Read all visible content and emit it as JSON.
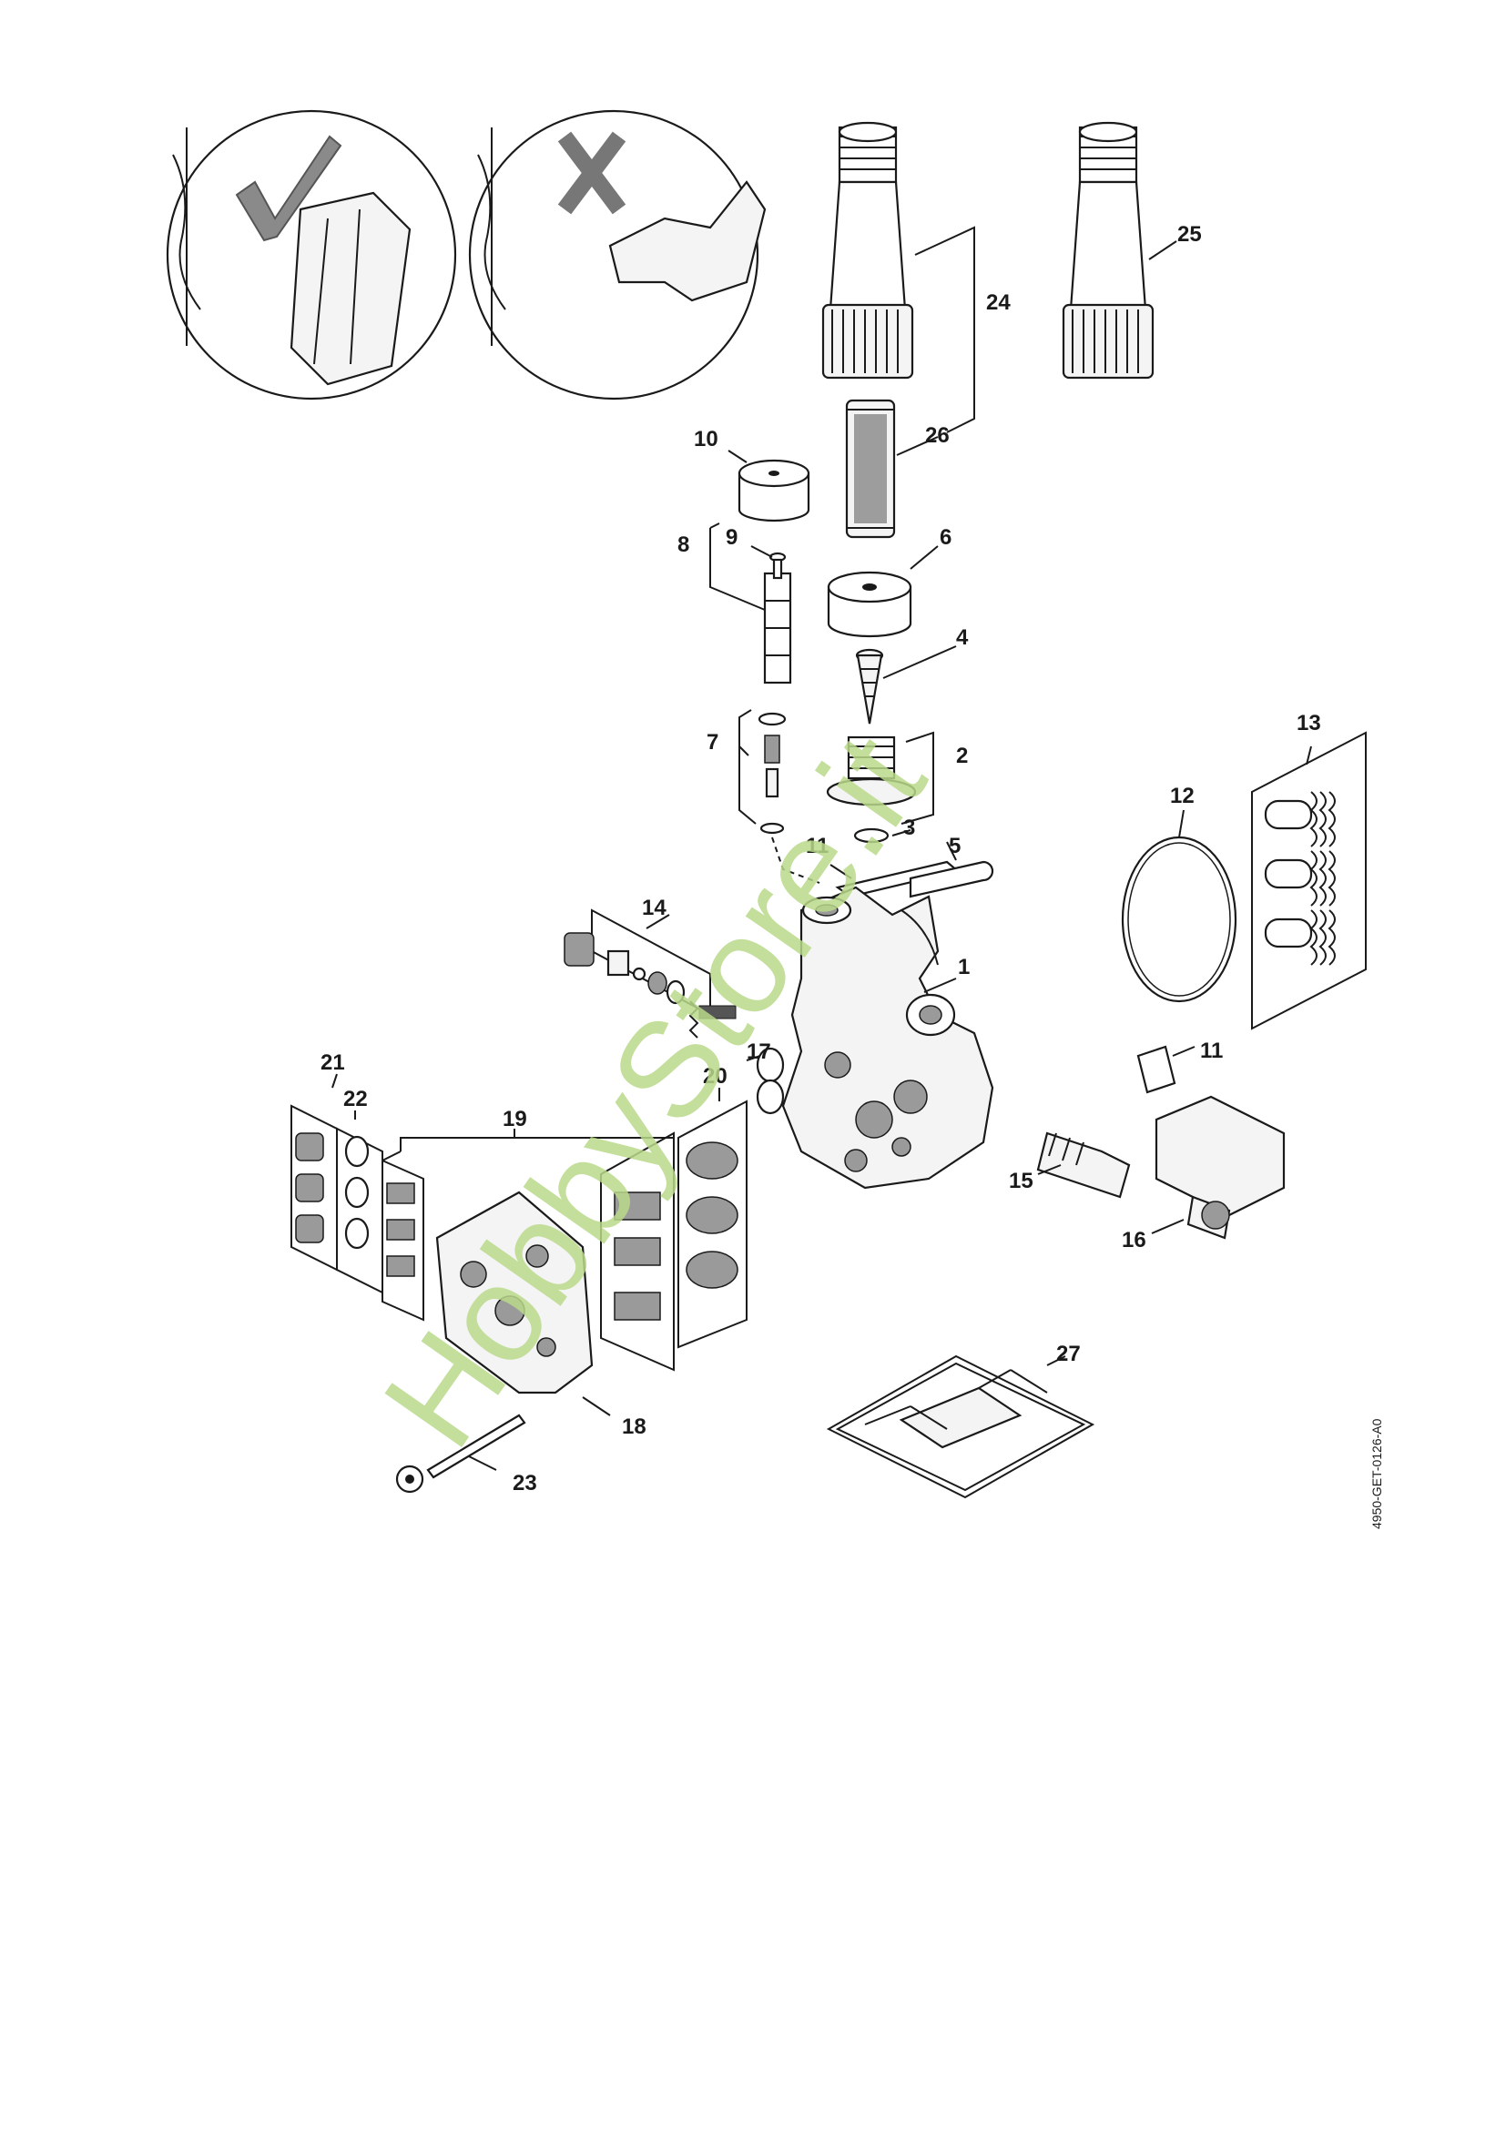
{
  "diagram": {
    "drawing_code": "4950-GET-0126-A0",
    "watermark": "HobbyStore.it",
    "callouts": {
      "c1": "1",
      "c2": "2",
      "c3": "3",
      "c4": "4",
      "c5": "5",
      "c6": "6",
      "c7": "7",
      "c8": "8",
      "c9": "9",
      "c10": "10",
      "c11a": "11",
      "c11b": "11",
      "c12": "12",
      "c13": "13",
      "c14": "14",
      "c15": "15",
      "c16": "16",
      "c17": "17",
      "c18": "18",
      "c19": "19",
      "c20": "20",
      "c21": "21",
      "c22": "22",
      "c23": "23",
      "c24": "24",
      "c25": "25",
      "c26": "26",
      "c27": "27"
    },
    "icons": {
      "correct": "checkmark-icon",
      "incorrect": "cross-icon"
    }
  }
}
